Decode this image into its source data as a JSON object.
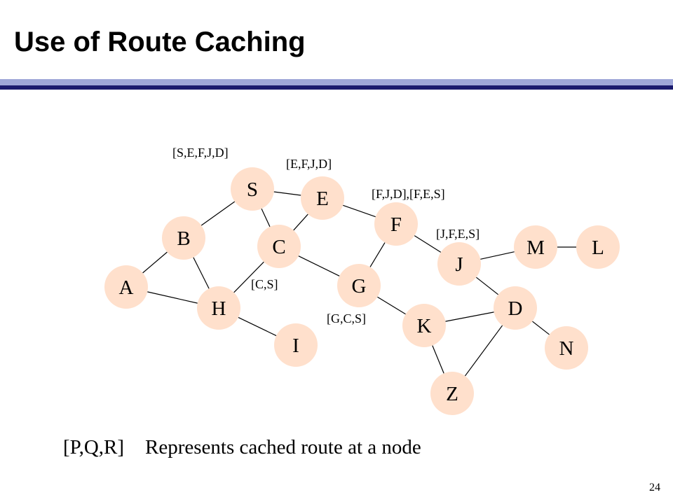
{
  "slide": {
    "title": "Use of Route Caching",
    "page_number": "24"
  },
  "legend": {
    "notation": "[P,Q,R]",
    "description": "Represents cached route at a node"
  },
  "nodes": [
    {
      "id": "S"
    },
    {
      "id": "E"
    },
    {
      "id": "F"
    },
    {
      "id": "B"
    },
    {
      "id": "C"
    },
    {
      "id": "M"
    },
    {
      "id": "L"
    },
    {
      "id": "J"
    },
    {
      "id": "A"
    },
    {
      "id": "G"
    },
    {
      "id": "H"
    },
    {
      "id": "D"
    },
    {
      "id": "K"
    },
    {
      "id": "I"
    },
    {
      "id": "N"
    },
    {
      "id": "Z"
    }
  ],
  "edges": [
    [
      "S",
      "E"
    ],
    [
      "S",
      "B"
    ],
    [
      "S",
      "C"
    ],
    [
      "E",
      "C"
    ],
    [
      "E",
      "F"
    ],
    [
      "B",
      "A"
    ],
    [
      "B",
      "H"
    ],
    [
      "A",
      "H"
    ],
    [
      "C",
      "H"
    ],
    [
      "C",
      "G"
    ],
    [
      "F",
      "G"
    ],
    [
      "F",
      "J"
    ],
    [
      "J",
      "M"
    ],
    [
      "M",
      "L"
    ],
    [
      "J",
      "D"
    ],
    [
      "G",
      "K"
    ],
    [
      "K",
      "D"
    ],
    [
      "D",
      "N"
    ],
    [
      "D",
      "Z"
    ],
    [
      "K",
      "Z"
    ],
    [
      "H",
      "I"
    ]
  ],
  "route_caches": [
    {
      "node": "S",
      "text": "[S,E,F,J,D]"
    },
    {
      "node": "E",
      "text": "[E,F,J,D]"
    },
    {
      "node": "F",
      "text": "[F,J,D],[F,E,S]"
    },
    {
      "node": "J",
      "text": "[J,F,E,S]"
    },
    {
      "node": "C",
      "text": "[C,S]"
    },
    {
      "node": "G",
      "text": "[G,C,S]"
    }
  ],
  "colors": {
    "node_fill": "#ffe0cc",
    "bar_light": "#9ea6d8",
    "bar_dark": "#1a1a6e"
  }
}
